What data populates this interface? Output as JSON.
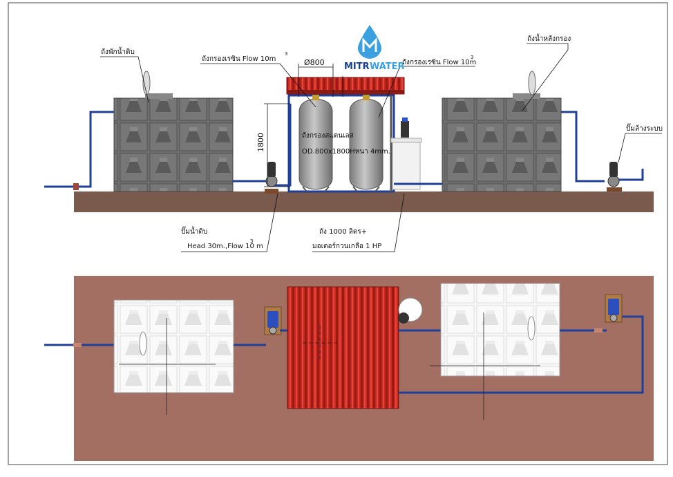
{
  "brand": {
    "name_a": "MITR",
    "name_b": "WATER",
    "color_a": "#1b3f8f",
    "color_b": "#3aa0e0"
  },
  "labels": {
    "raw_tank": "ถังพักน้ำดิบ",
    "filter_resin_left": "ถังกรองเรซิน Flow 10m",
    "filter_resin_right": "ถังกรองเรซิน Flow 10m",
    "sup3": "3",
    "diameter": "Ø800",
    "height_dim": "1800",
    "stainless_tank": "ถังกรองสแตนเลส",
    "stainless_spec": "OD.800x1800Hหนา 4mm.",
    "after_filter_tank": "ถังน้ำหลังกรอง",
    "system_pump": "ปั๊มล้างระบบ",
    "raw_pump": "ปั๊มน้ำดิบ",
    "raw_pump_spec": "Head 30m.,Flow 10 m",
    "brine_tank": "ถัง 1000 ลิตร+",
    "brine_motor": "มอเตอร์กวนเกลือ 1 HP"
  },
  "colors": {
    "pipe": "#1f3f99",
    "ground": "#7a5a4c",
    "plan_floor": "#a26f62",
    "tank_side": "#6c6c6c",
    "tank_plan": "#f4f4f4",
    "roof": "#c1261e",
    "filter_vessel": "#a9a9a9"
  },
  "icons": {
    "logo": "water-drop-logo-icon",
    "pump": "pump-icon",
    "valve": "valve-icon"
  }
}
